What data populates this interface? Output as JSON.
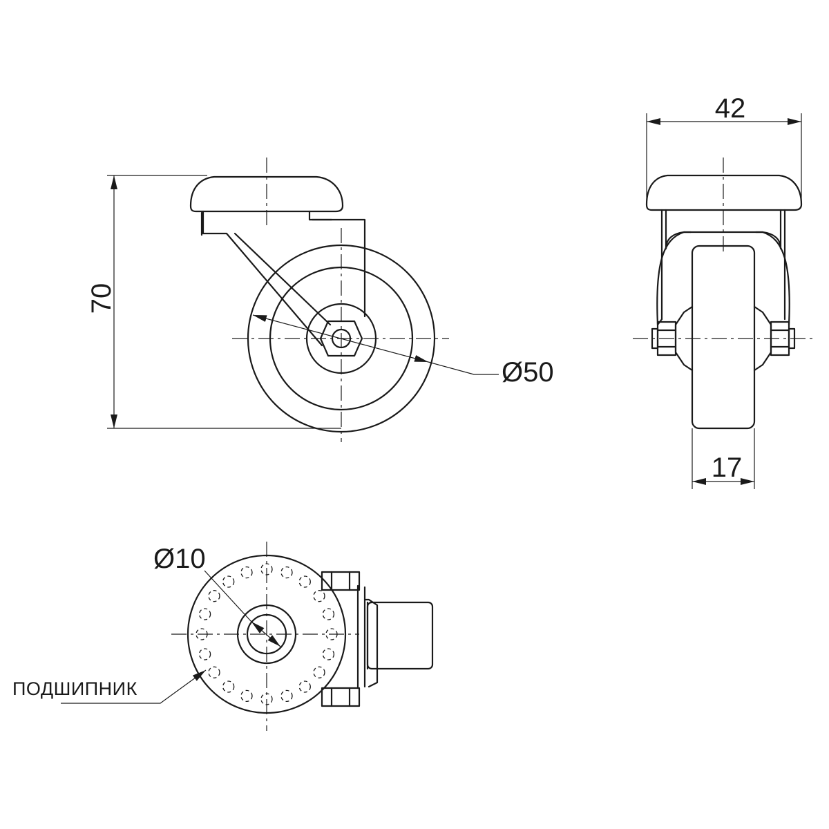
{
  "views": {
    "side": {
      "height_dimension": "70",
      "wheel_diameter": "Ø50"
    },
    "front": {
      "overall_width": "42",
      "wheel_width": "17"
    },
    "bottom": {
      "axle_diameter": "Ø10",
      "bearing_label": "ПОДШИПНИК"
    }
  },
  "colors": {
    "line": "#1a1a1a",
    "background": "#ffffff"
  }
}
